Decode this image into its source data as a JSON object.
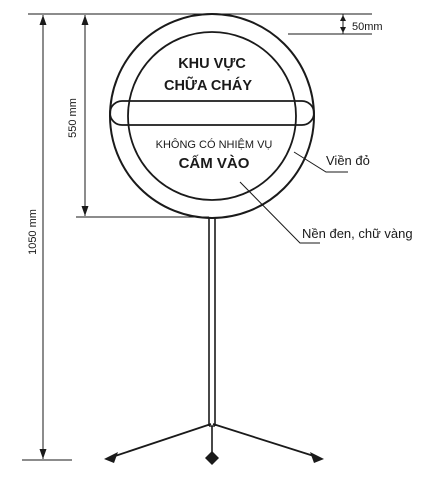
{
  "sign": {
    "upper_line1": "KHU VỰC",
    "upper_line2": "CHỮA CHÁY",
    "lower_line1": "KHÔNG CÓ NHIỆM VỤ",
    "lower_line2": "CẤM VÀO"
  },
  "dimensions": {
    "total_height": "1050 mm",
    "sign_height": "550 mm",
    "border_width": "50mm"
  },
  "callouts": {
    "border": "Viền đỏ",
    "background": "Nền đen, chữ vàng"
  },
  "colors": {
    "ink": "#1a1a1a",
    "background": "#ffffff"
  }
}
